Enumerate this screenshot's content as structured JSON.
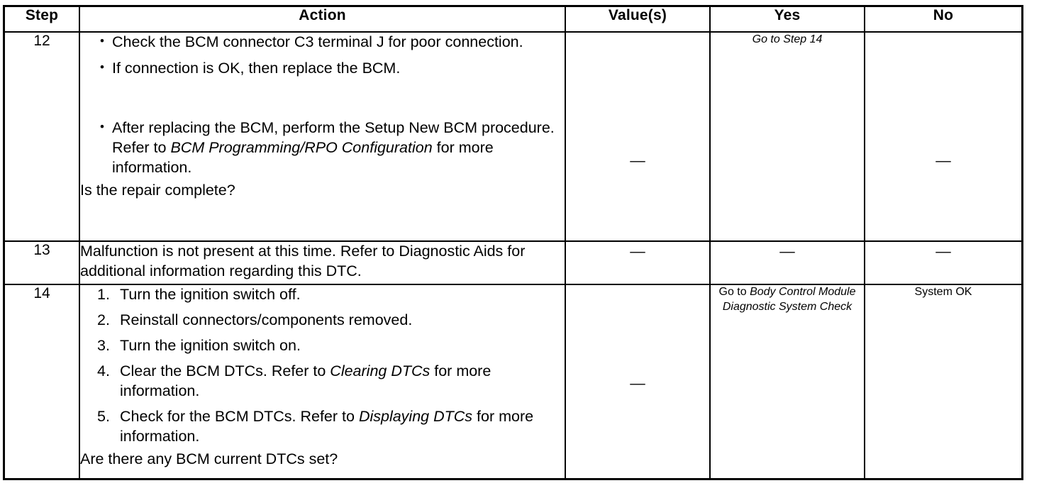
{
  "table": {
    "headers": [
      "Step",
      "Action",
      "Value(s)",
      "Yes",
      "No"
    ],
    "dash": "—",
    "rows": [
      {
        "step": "12",
        "action": {
          "bullets_top": [
            "Check the BCM connector C3 terminal J for poor connection.",
            "If connection is OK, then replace the BCM."
          ],
          "bullets_bottom_pre": "After replacing the BCM, perform the Setup New BCM procedure. Refer to ",
          "bullets_bottom_italic": "BCM Programming/RPO Configuration",
          "bullets_bottom_post": " for more information.",
          "question": "Is the repair complete?"
        },
        "value": "—",
        "yes": {
          "prefix": "Go to Step 14",
          "italic": "",
          "suffix": ""
        },
        "no": "—"
      },
      {
        "step": "13",
        "action": {
          "paragraph": "Malfunction is not present at this time. Refer to Diagnostic Aids for additional information regarding this DTC."
        },
        "value": "—",
        "yes": {
          "prefix": "—",
          "italic": "",
          "suffix": ""
        },
        "no": "—"
      },
      {
        "step": "14",
        "action": {
          "steps": [
            {
              "pre": "Turn the ignition switch off.",
              "italic": "",
              "post": ""
            },
            {
              "pre": "Reinstall connectors/components removed.",
              "italic": "",
              "post": ""
            },
            {
              "pre": "Turn the ignition switch on.",
              "italic": "",
              "post": ""
            },
            {
              "pre": "Clear the BCM DTCs. Refer to ",
              "italic": "Clearing DTCs",
              "post": " for more information."
            },
            {
              "pre": "Check for the BCM DTCs. Refer to ",
              "italic": "Displaying DTCs",
              "post": " for more information."
            }
          ],
          "question": "Are there any BCM current DTCs set?"
        },
        "value": "—",
        "yes": {
          "prefix": "Go to ",
          "italic": "Body Control Module Diagnostic System Check",
          "suffix": ""
        },
        "no": "System OK"
      }
    ]
  }
}
